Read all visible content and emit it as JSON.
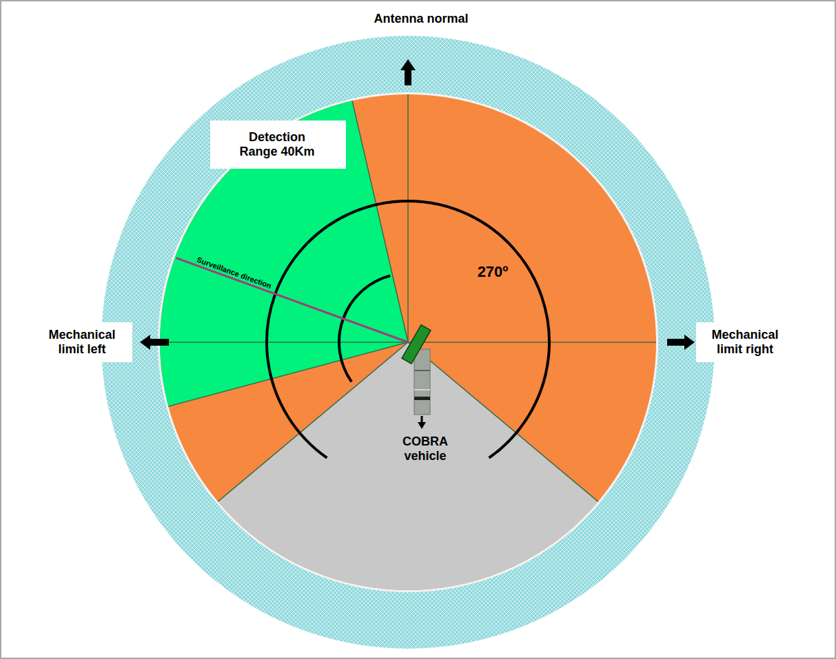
{
  "diagram": {
    "nodes": [
      {
        "text": [
          "Antenna normal"
        ]
      },
      {
        "text": [
          "Detection Range 40Km"
        ]
      },
      {
        "text": [
          "Mechanical limit left"
        ]
      },
      {
        "text": [
          "Mechanical limit right"
        ]
      }
    ],
    "labels": [
      "Surveillance direction",
      "270º",
      "COBRA vehicle"
    ]
  }
}
